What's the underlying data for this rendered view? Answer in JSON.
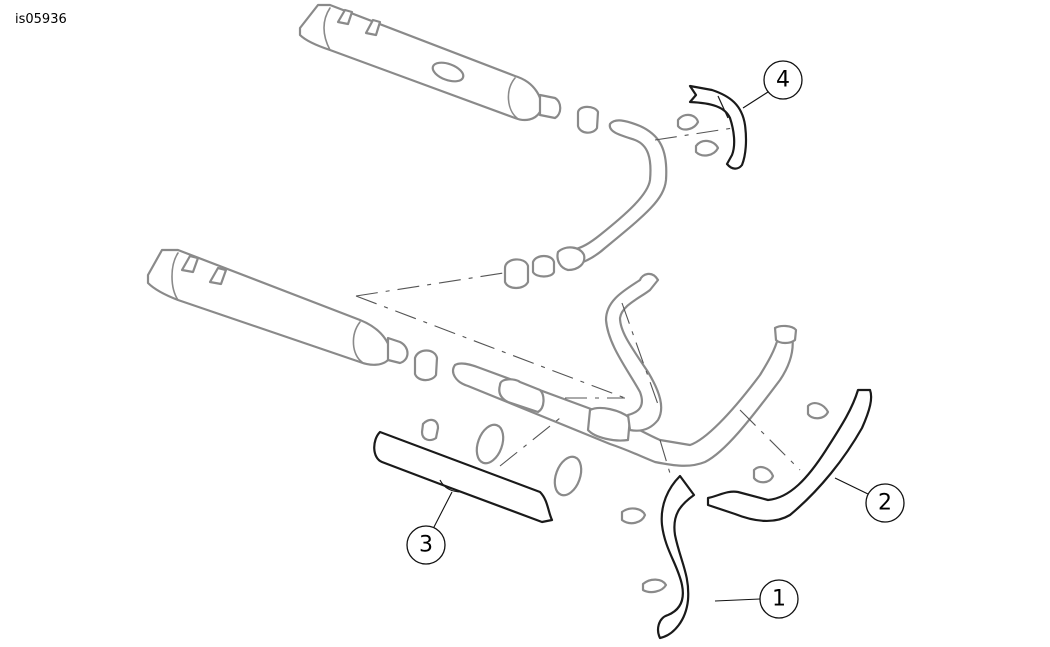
{
  "figure_id": "is05936",
  "callouts": [
    {
      "label": "1"
    },
    {
      "label": "2"
    },
    {
      "label": "3"
    },
    {
      "label": "4"
    }
  ],
  "colors": {
    "grey_part": "#8a8a8a",
    "highlighted_part": "#1a1a1a",
    "background": "#ffffff"
  }
}
